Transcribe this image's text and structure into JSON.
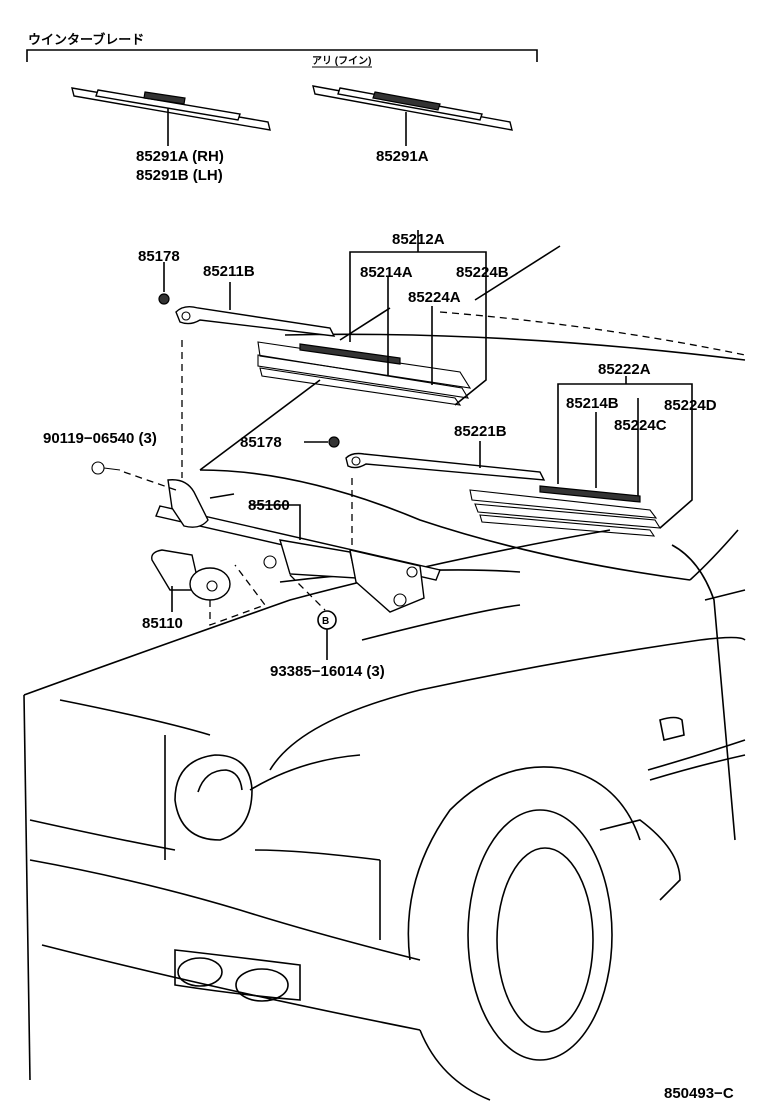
{
  "header": {
    "title": "ウインターブレード",
    "subtitle": "アリ (フイン)"
  },
  "labels": {
    "blade_rh_lh_1": "85291A (RH)",
    "blade_rh_lh_2": "85291B (LH)",
    "blade_alt": "85291A",
    "nut_left": "85178",
    "arm_left": "85211B",
    "blade_left_assy": "85212A",
    "rubber_left": "85214A",
    "plate_left_b": "85224B",
    "plate_left_a": "85224A",
    "bolt_top": "90119−06540 (3)",
    "nut_right": "85178",
    "arm_right": "85221B",
    "blade_right_assy": "85222A",
    "rubber_right": "85214B",
    "plate_right_d": "85224D",
    "plate_right_c": "85224C",
    "link": "85160",
    "motor": "85110",
    "marker_b": "B",
    "bolt_bottom": "93385−16014 (3)",
    "diagram_code": "850493−C"
  }
}
